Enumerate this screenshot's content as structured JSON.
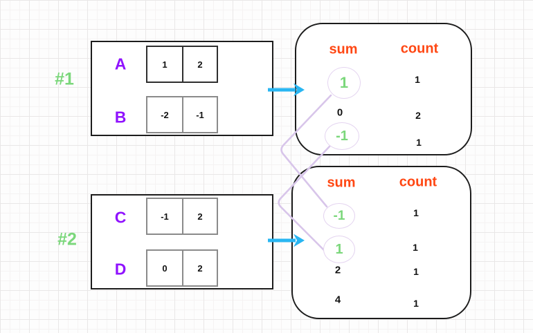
{
  "diagram": {
    "groups": [
      {
        "label": "#1",
        "arrays": [
          {
            "name": "A",
            "values": [
              "1",
              "2"
            ]
          },
          {
            "name": "B",
            "values": [
              "-2",
              "-1"
            ]
          }
        ],
        "result_table": {
          "sum_header": "sum",
          "count_header": "count",
          "rows": [
            {
              "sum": "1",
              "count": "1",
              "highlighted": true
            },
            {
              "sum": "0",
              "count": "2",
              "highlighted": false
            },
            {
              "sum": "-1",
              "count": "1",
              "highlighted": true
            }
          ]
        }
      },
      {
        "label": "#2",
        "arrays": [
          {
            "name": "C",
            "values": [
              "-1",
              "2"
            ]
          },
          {
            "name": "D",
            "values": [
              "0",
              "2"
            ]
          }
        ],
        "result_table": {
          "sum_header": "sum",
          "count_header": "count",
          "rows": [
            {
              "sum": "-1",
              "count": "1",
              "highlighted": true
            },
            {
              "sum": "1",
              "count": "1",
              "highlighted": true
            },
            {
              "sum": "2",
              "count": "1",
              "highlighted": false
            },
            {
              "sum": "4",
              "count": "1",
              "highlighted": false
            }
          ]
        }
      }
    ],
    "connections": [
      {
        "from": "group1.sum:1",
        "to": "group2.sum:-1"
      },
      {
        "from": "group1.sum:-1",
        "to": "group2.sum:1"
      }
    ],
    "colors": {
      "group_label_green": "#7BD77B",
      "array_name_purple": "#9013FE",
      "header_orange": "#FF4713",
      "arrow_cyan": "#29B6F2",
      "connector_lavender": "#D8C5EA",
      "circle_outline": "#E4D4F0",
      "text_black": "#111111"
    }
  }
}
